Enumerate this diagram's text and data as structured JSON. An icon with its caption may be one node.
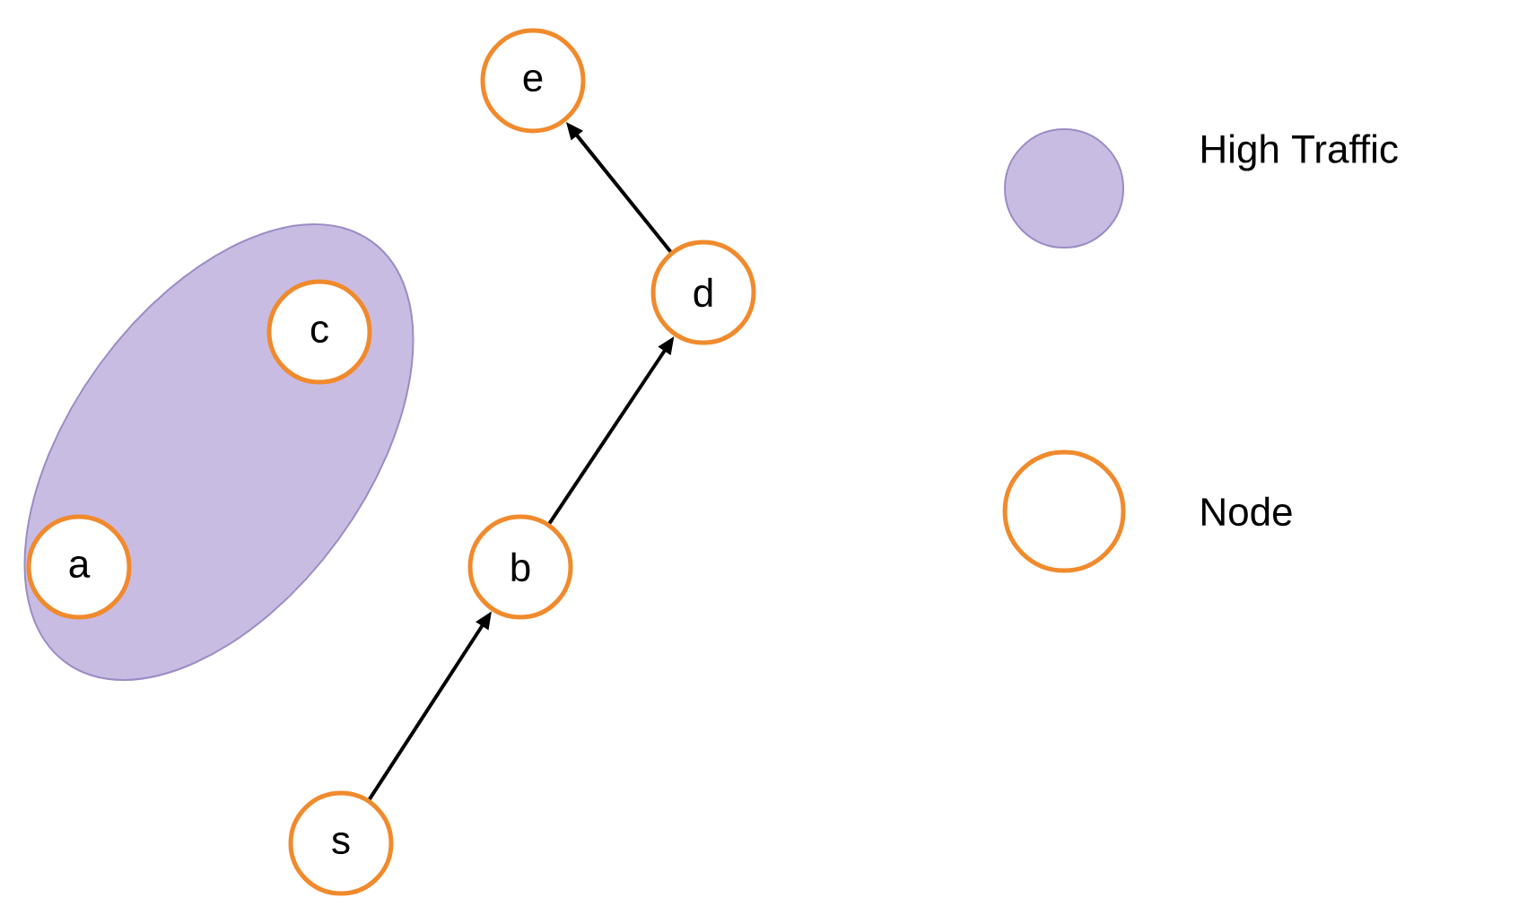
{
  "diagram": {
    "nodes": [
      {
        "text": [
          "e"
        ]
      },
      {
        "text": [
          "d"
        ]
      },
      {
        "text": [],
        "shape": "ellipse"
      },
      {
        "text": [
          "c"
        ],
        "in": 2
      },
      {
        "text": [
          "a"
        ],
        "in": 2
      },
      {
        "text": [
          "b"
        ]
      },
      {
        "text": [
          "s"
        ]
      }
    ],
    "edges": [
      {
        "from": 6,
        "to": 5,
        "arrow": "to"
      },
      {
        "from": 5,
        "to": 1,
        "arrow": "to"
      },
      {
        "from": 1,
        "to": 0,
        "arrow": "to"
      }
    ],
    "legend": [
      {
        "text": "High Traffic",
        "color": "#c9bce3"
      },
      {
        "text": "Node"
      }
    ]
  }
}
